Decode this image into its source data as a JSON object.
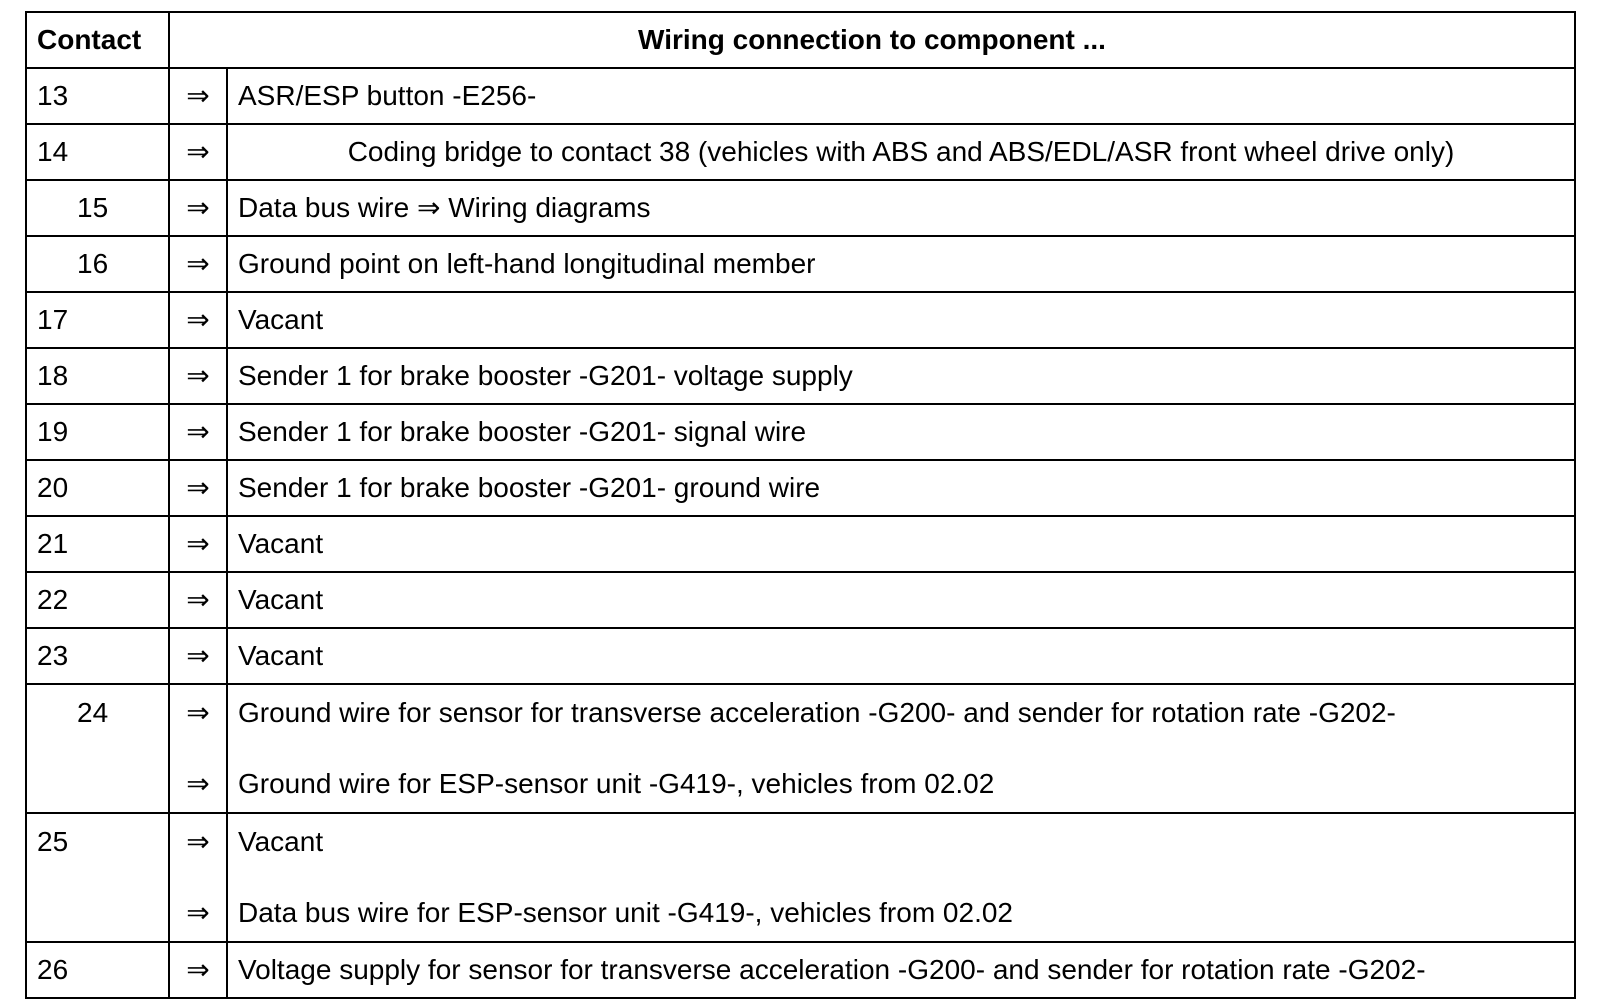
{
  "header": {
    "contact": "Contact",
    "wiring": "Wiring connection to component ..."
  },
  "arrow": "⇒",
  "rows": [
    {
      "contact": "13",
      "desc": [
        "ASR/ESP button -E256-"
      ]
    },
    {
      "contact": "14",
      "desc": [
        "Coding bridge to contact 38 (vehicles with ABS and ABS/EDL/ASR front wheel drive only)"
      ]
    },
    {
      "contact": "15",
      "desc": [
        "Data bus wire ⇒ Wiring diagrams"
      ]
    },
    {
      "contact": "16",
      "desc": [
        "Ground point on left-hand longitudinal member"
      ]
    },
    {
      "contact": "17",
      "desc": [
        "Vacant"
      ]
    },
    {
      "contact": "18",
      "desc": [
        "Sender 1 for brake booster -G201- voltage supply"
      ]
    },
    {
      "contact": "19",
      "desc": [
        "Sender 1 for brake booster -G201- signal wire"
      ]
    },
    {
      "contact": "20",
      "desc": [
        "Sender 1 for brake booster -G201- ground wire"
      ]
    },
    {
      "contact": "21",
      "desc": [
        "Vacant"
      ]
    },
    {
      "contact": "22",
      "desc": [
        "Vacant"
      ]
    },
    {
      "contact": "23",
      "desc": [
        "Vacant"
      ]
    },
    {
      "contact": "24",
      "desc": [
        "Ground wire for sensor for transverse acceleration -G200- and sender for rotation rate -G202-",
        "Ground wire for ESP-sensor unit -G419-, vehicles from 02.02"
      ]
    },
    {
      "contact": "25",
      "desc": [
        "Vacant",
        "Data bus wire for ESP-sensor unit -G419-, vehicles from 02.02"
      ]
    },
    {
      "contact": "26",
      "desc": [
        "Voltage supply for sensor for transverse acceleration -G200- and sender for rotation rate -G202-"
      ]
    }
  ]
}
